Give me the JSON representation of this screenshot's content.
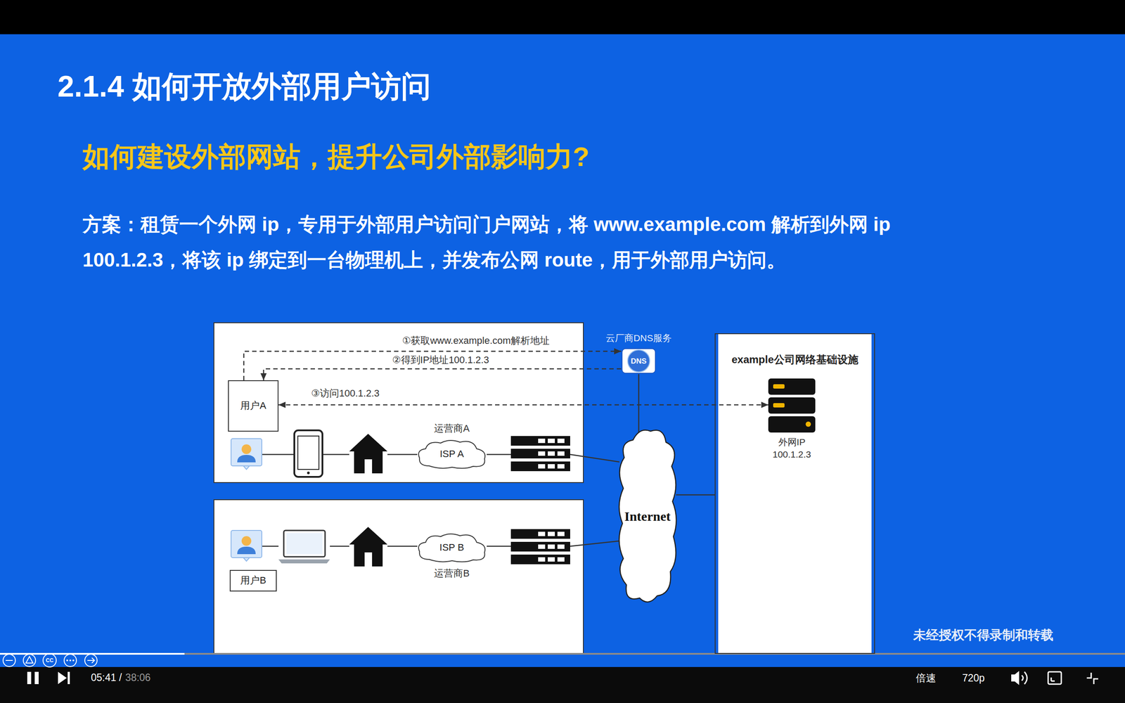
{
  "diagram": {
    "title": "2.1.4 如何开放外部用户访问",
    "nodes": [
      {
        "text": [
          "云厂商DNS服务",
          "DNS"
        ]
      },
      {
        "text": [
          "example公司网络基础设施"
        ]
      },
      {
        "text": [
          "外网IP 100.1.2.3"
        ],
        "in": 1
      },
      {
        "text": [
          "用户A"
        ]
      },
      {
        "text": [
          "运营商A",
          "ISP A"
        ]
      },
      {
        "text": [
          "Internet"
        ]
      },
      {
        "text": [
          "ISP B",
          "运营商B"
        ]
      },
      {
        "text": [
          "用户B"
        ]
      }
    ],
    "edges": [
      {
        "from": 3,
        "to": 0,
        "arrow": "to",
        "label": "①获取www.example.com解析地址"
      },
      {
        "from": 0,
        "to": 3,
        "arrow": "to",
        "label": "②得到IP地址100.1.2.3"
      },
      {
        "from": 3,
        "to": 2,
        "arrow": "both",
        "label": "③访问100.1.2.3"
      },
      {
        "from": 0,
        "to": 5,
        "arrow": "none"
      },
      {
        "from": 5,
        "to": 1,
        "arrow": "none"
      }
    ],
    "labels": [
      "如何建设外部网站，提升公司外部影响力?",
      "方案：租赁一个外网 ip，专用于外部用户访问门户网站，将 www.example.com 解析到外网 ip 100.1.2.3，将该 ip 绑定到一台物理机上，并发布公网 route，用于外部用户访问。",
      "未经授权不得录制和转载",
      "CC",
      "05:41 /",
      "38:06",
      "倍速",
      "720p"
    ]
  }
}
